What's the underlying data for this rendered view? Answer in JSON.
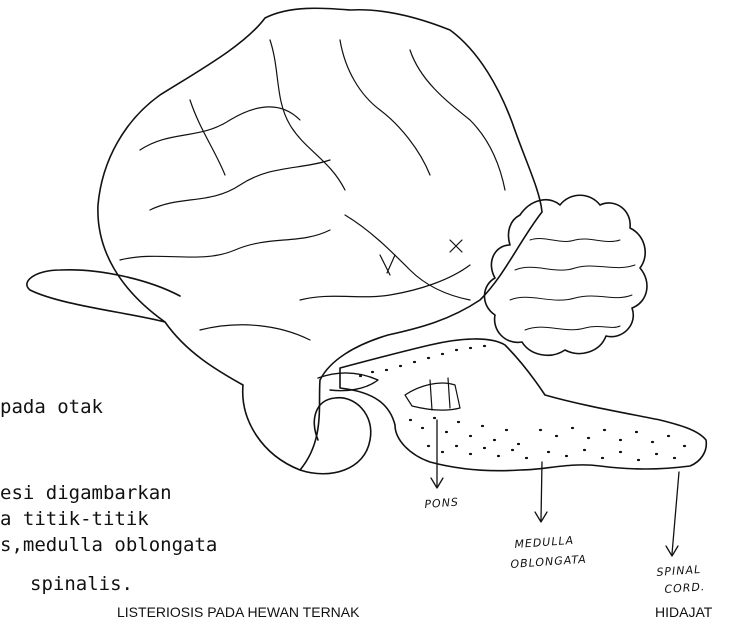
{
  "caption_lines": [
    "pada otak",
    "esi digambarkan",
    "a titik-titik",
    "s,medulla oblongata",
    "spinalis."
  ],
  "labels": {
    "pons": "PONS",
    "medulla_line1": "MEDULLA",
    "medulla_line2": "OBLONGATA",
    "spinal_line1": "SPINAL",
    "spinal_line2": "CORD."
  },
  "footer": {
    "title": "LISTERIOSIS PADA HEWAN TERNAK",
    "author": "HIDAJAT"
  }
}
